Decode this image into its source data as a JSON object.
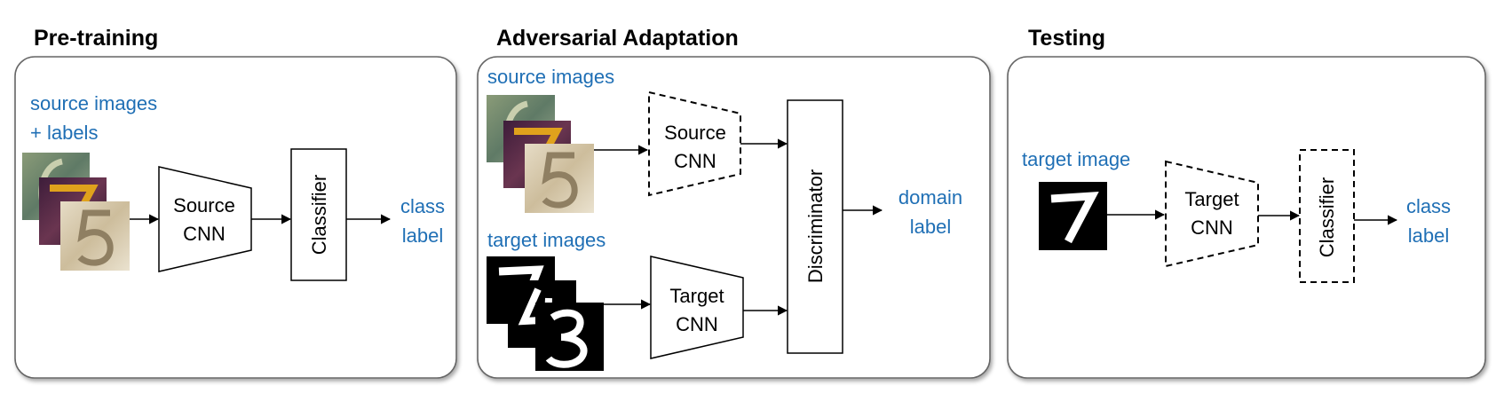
{
  "panels": {
    "pretraining": {
      "title": "Pre-training",
      "input_line1": "source images",
      "input_line2": "+ labels",
      "encoder_line1": "Source",
      "encoder_line2": "CNN",
      "classifier": "Classifier",
      "output_line1": "class",
      "output_line2": "label"
    },
    "adversarial": {
      "title": "Adversarial Adaptation",
      "source_input": "source images",
      "target_input": "target images",
      "source_encoder_line1": "Source",
      "source_encoder_line2": "CNN",
      "target_encoder_line1": "Target",
      "target_encoder_line2": "CNN",
      "discriminator": "Discriminator",
      "output_line1": "domain",
      "output_line2": "label"
    },
    "testing": {
      "title": "Testing",
      "input": "target image",
      "encoder_line1": "Target",
      "encoder_line2": "CNN",
      "classifier": "Classifier",
      "output_line1": "class",
      "output_line2": "label"
    }
  },
  "colors": {
    "label_blue": "#1f6fb5",
    "svhn_tones": [
      "#6f8660",
      "#5a2e4a",
      "#d9c9a8"
    ],
    "mnist_background": "#000000",
    "mnist_stroke": "#ffffff"
  },
  "icons": {
    "svhn_thumbnails": [
      "svhn-digit-6",
      "svhn-digit-7",
      "svhn-digit-5"
    ],
    "mnist_thumbnails": [
      "mnist-digit-7",
      "mnist-digit-4",
      "mnist-digit-3"
    ]
  }
}
